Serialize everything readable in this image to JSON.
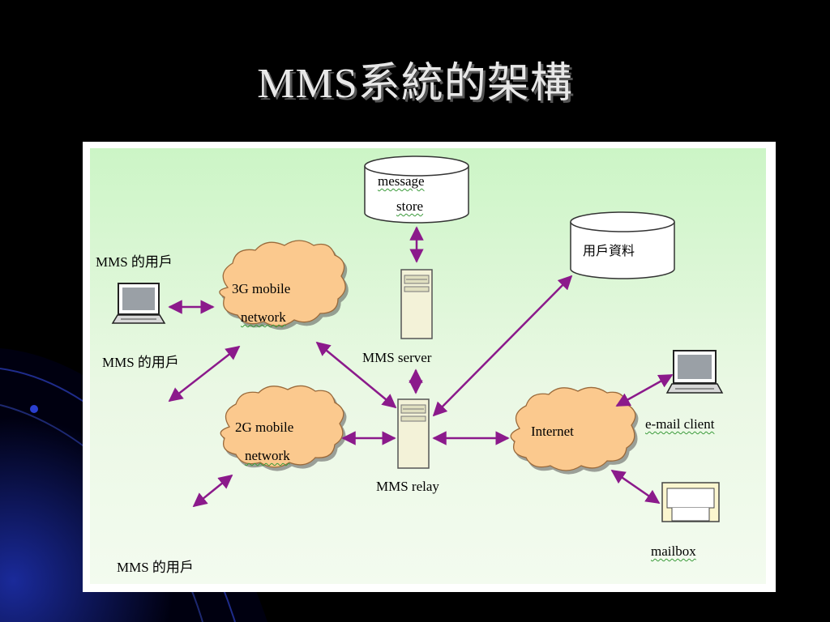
{
  "slide": {
    "title": "MMS系統的架構"
  },
  "diagram": {
    "nodes": {
      "message_store_line1": "message",
      "message_store_line2": "store",
      "user_data": "用戶資料",
      "mms_server": "MMS server",
      "mms_relay": "MMS relay",
      "network_3g_line1": "3G mobile",
      "network_3g_line2": "network",
      "network_2g_line1": "2G mobile",
      "network_2g_line2": "network",
      "internet": "Internet",
      "email_client": "e-mail client",
      "mailbox": "mailbox"
    },
    "users": {
      "top": "MMS 的用戶",
      "middle": "MMS 的用戶",
      "bottom": "MMS 的用戶"
    },
    "colors": {
      "arrow": "#8b1a8b",
      "cloud_fill": "#fbc98e",
      "cloud_stroke": "#9a6a3a",
      "panel_top": "#ccf5c6"
    }
  }
}
